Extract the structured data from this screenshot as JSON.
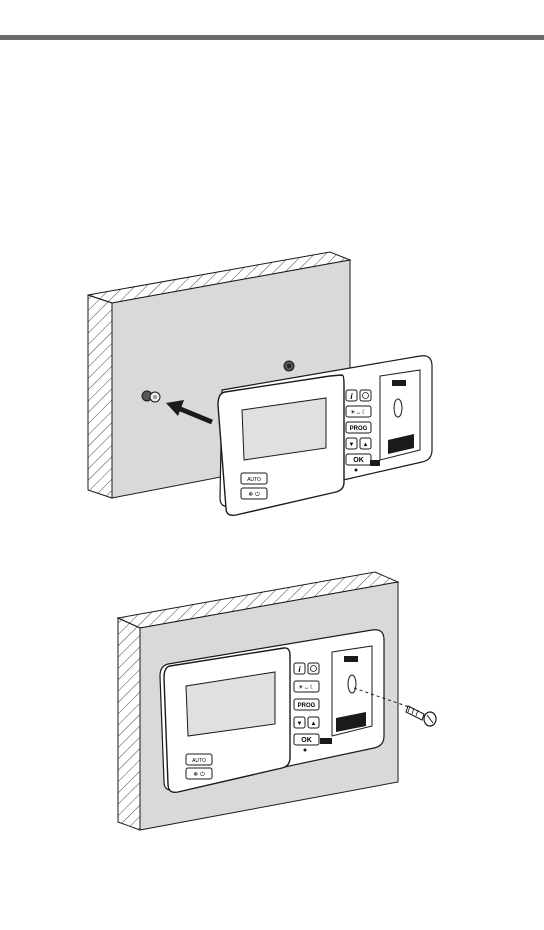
{
  "colors": {
    "rule": "#6b6b6b",
    "wall": "#d9d9d9",
    "line": "#1a1a1a",
    "device": "#ffffff",
    "screen": "#e0e0e0"
  },
  "device": {
    "btn_info": "i",
    "btn_sun_moon": "☀↔☾",
    "btn_prog": "PROG",
    "btn_down": "▼",
    "btn_up": "▲",
    "btn_ok": "OK",
    "btn_auto": "AUTO",
    "btn_flake_power": "❄ ⏻"
  }
}
